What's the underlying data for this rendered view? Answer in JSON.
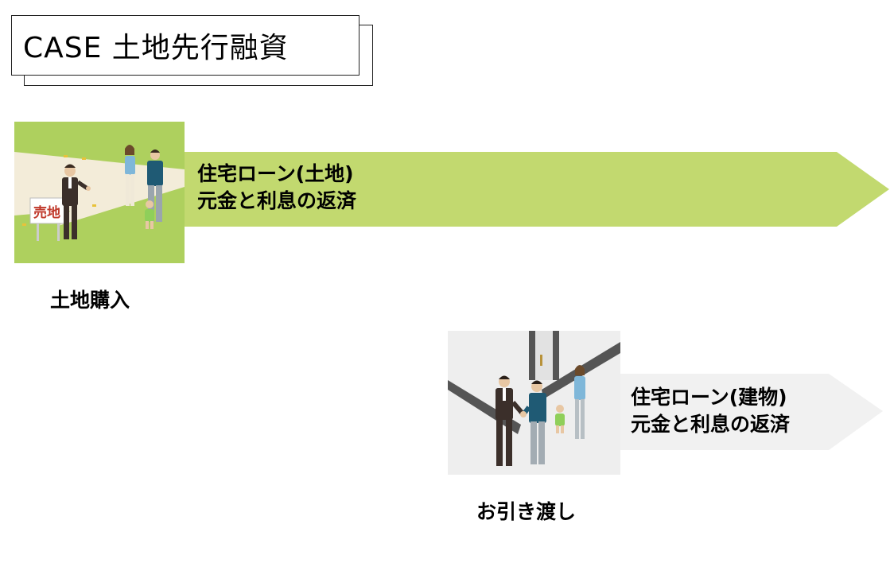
{
  "title": "CASE  土地先行融資",
  "land_stage": {
    "arrow_line1": "住宅ローン(土地)",
    "arrow_line2": "元金と利息の返済",
    "caption": "土地購入",
    "sign_text": "売地"
  },
  "handover_stage": {
    "arrow_line1": "住宅ローン(建物)",
    "arrow_line2": "元金と利息の返済",
    "caption": "お引き渡し"
  },
  "colors": {
    "green_arrow": "#c2d96f",
    "gray_arrow": "#f1f1f1",
    "green_photo_bg": "#aed05e",
    "gray_photo_bg": "#eeeeee"
  }
}
